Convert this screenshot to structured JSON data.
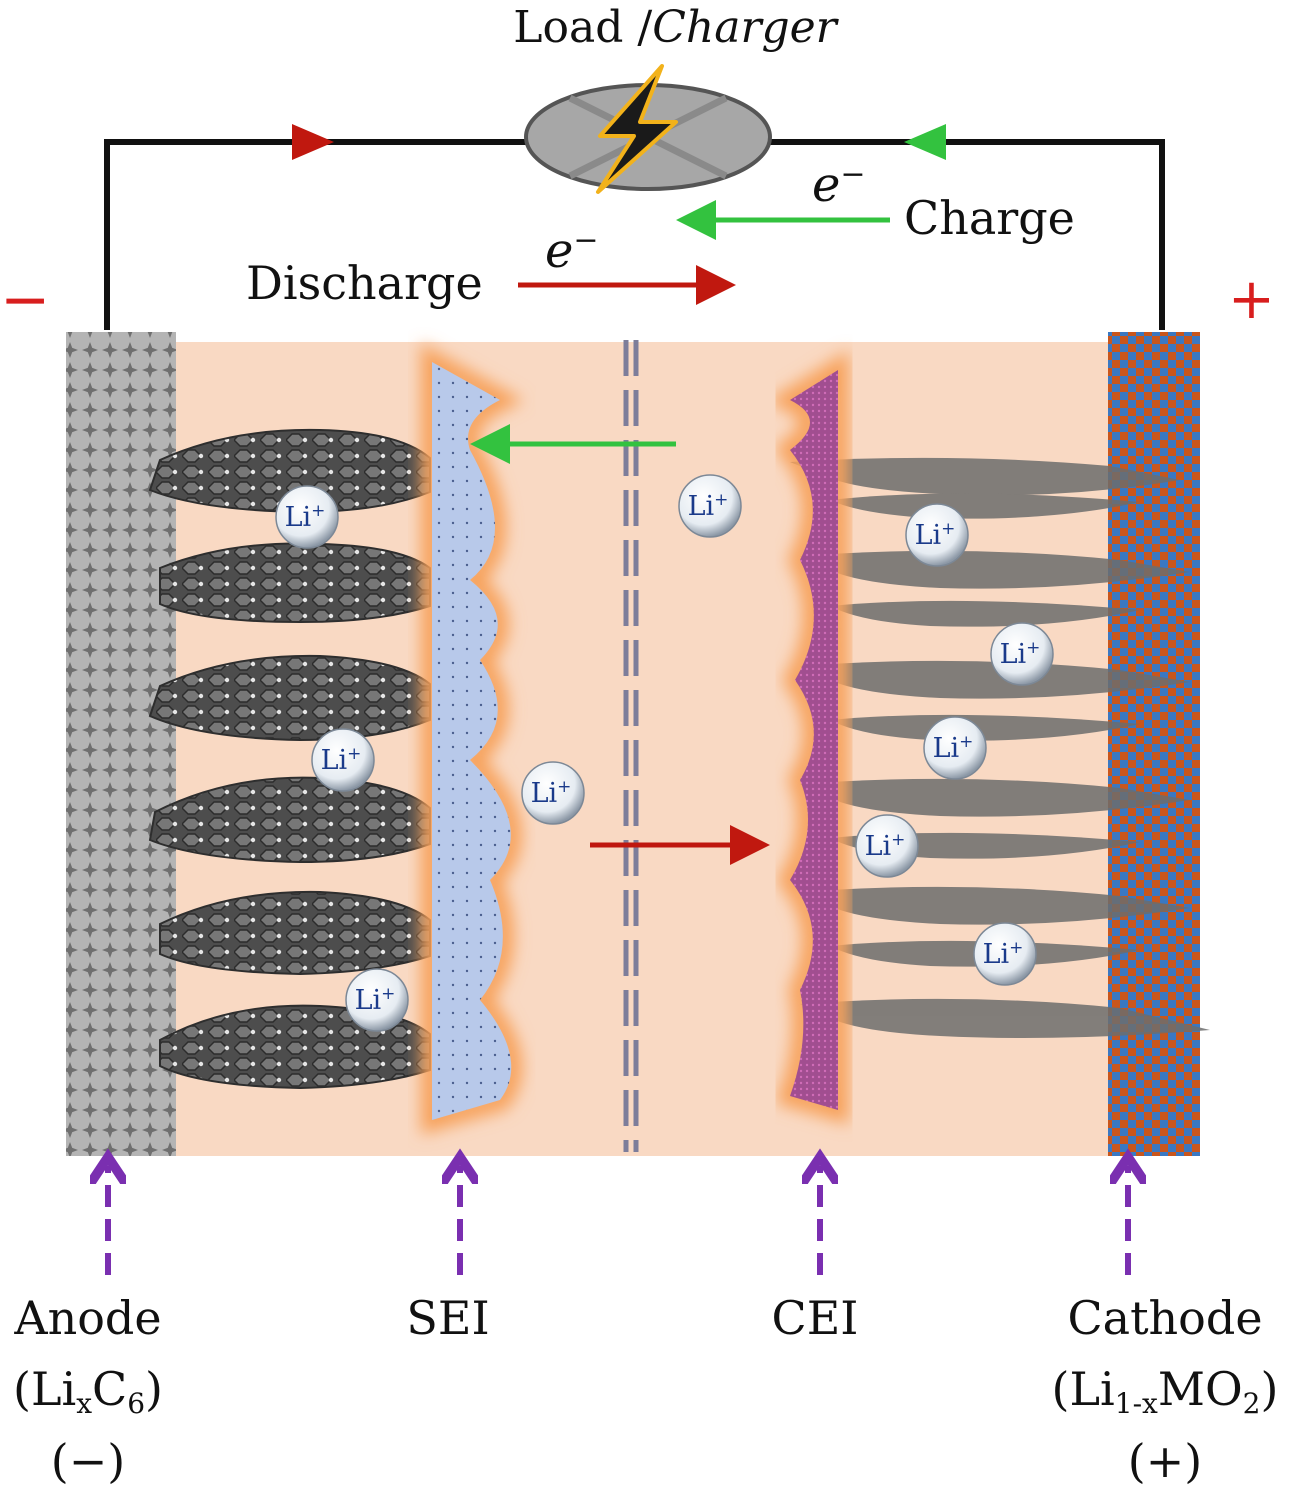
{
  "title": {
    "load": "Load /",
    "charger": "Charger"
  },
  "electron": {
    "symbol": "e",
    "superscript": "−"
  },
  "flow": {
    "charge": "Charge",
    "discharge": "Discharge"
  },
  "terminals": {
    "negative": "−",
    "positive": "+"
  },
  "ion": {
    "symbol": "Li",
    "charge": "+"
  },
  "labels": {
    "anode": {
      "name": "Anode",
      "formula_open": "(Li",
      "formula_sub1": "x",
      "formula_mid": "C",
      "formula_sub2": "6",
      "formula_close": ")",
      "sign": "(−)"
    },
    "sei": {
      "name": "SEI"
    },
    "cei": {
      "name": "CEI"
    },
    "cathode": {
      "name": "Cathode",
      "formula_open": "(Li",
      "formula_sub1": "1-x",
      "formula_mid": "MO",
      "formula_sub2": "2",
      "formula_close": ")",
      "sign": "(+)"
    }
  },
  "colors": {
    "electrolyte": "#f9d9c3",
    "sei": "#b8c9ea",
    "cei": "#a0508e",
    "glow": "#f7a25c",
    "discharge": "#c0180f",
    "charge": "#33c23f",
    "indicator": "#7a2fb0",
    "terminal_sign": "#d81e1e"
  }
}
